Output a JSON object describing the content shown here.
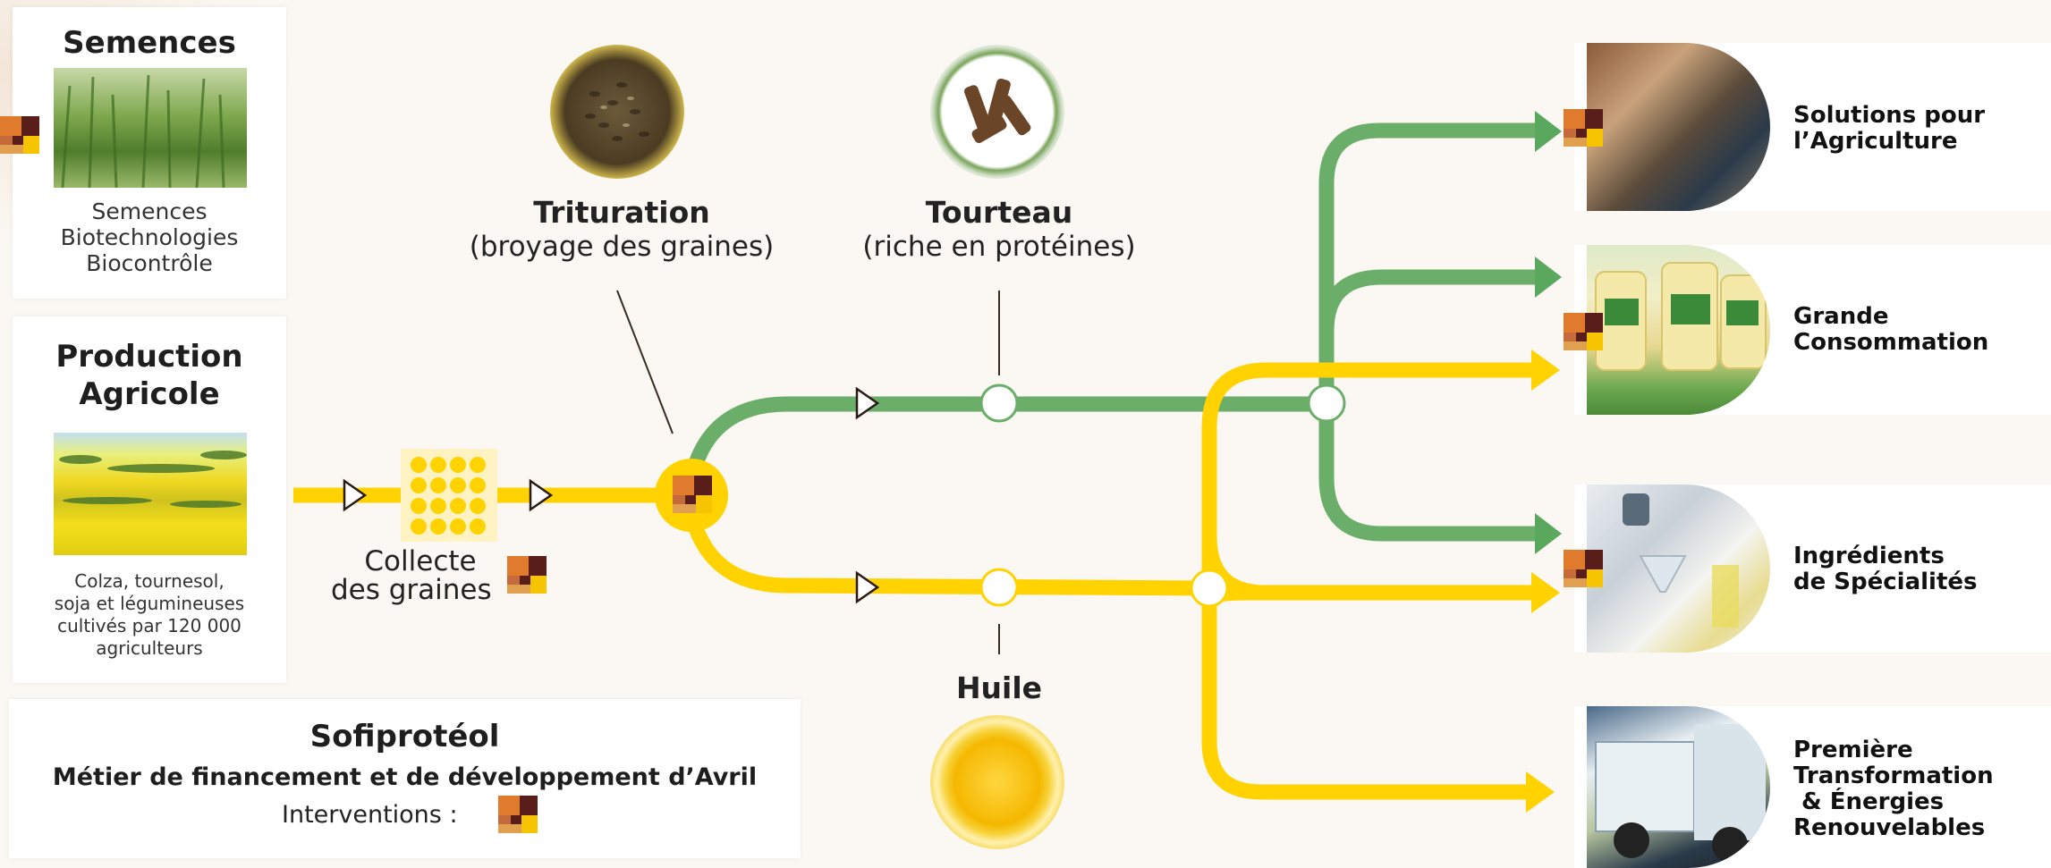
{
  "colors": {
    "green": "#6aae6a",
    "yellow": "#ffd200",
    "arrow_green": "#5aa85e",
    "logo_orange": "#e07a2c",
    "logo_brown": "#5a1e1a",
    "logo_yellow": "#f6c400"
  },
  "semences": {
    "title": "Semences",
    "lines": [
      "Semences",
      "Biotechnologies",
      "Biocontrôle"
    ]
  },
  "production": {
    "title_line1": "Production",
    "title_line2": "Agricole",
    "lines": [
      "Colza, tournesol,",
      "soja et légumineuses",
      "cultivés par 120 000",
      "agriculteurs"
    ]
  },
  "collecte": {
    "line1": "Collecte",
    "line2": "des graines"
  },
  "trituration": {
    "title": "Trituration",
    "subtitle": "(broyage des graines)"
  },
  "tourteau": {
    "title": "Tourteau",
    "subtitle": "(riche en protéines)"
  },
  "huile": {
    "title": "Huile"
  },
  "sofiproteol": {
    "title": "Sofiprotéol",
    "subtitle": "Métier de financement et de développement d’Avril",
    "interventions": "Interventions :"
  },
  "outputs": [
    {
      "line1": "Solutions pour",
      "line2": "l’Agriculture"
    },
    {
      "line1": "Grande",
      "line2": "Consommation"
    },
    {
      "line1": "Ingrédients",
      "line2": "de Spécialités"
    },
    {
      "line1": "Première",
      "line2": "Transformation",
      "line3": " & Énergies",
      "line4": "Renouvelables"
    }
  ],
  "icons": [
    "avril-logo-icon",
    "seed-grid-icon",
    "play-arrow-icon",
    "node-circle-icon",
    "arrow-head-icon"
  ]
}
